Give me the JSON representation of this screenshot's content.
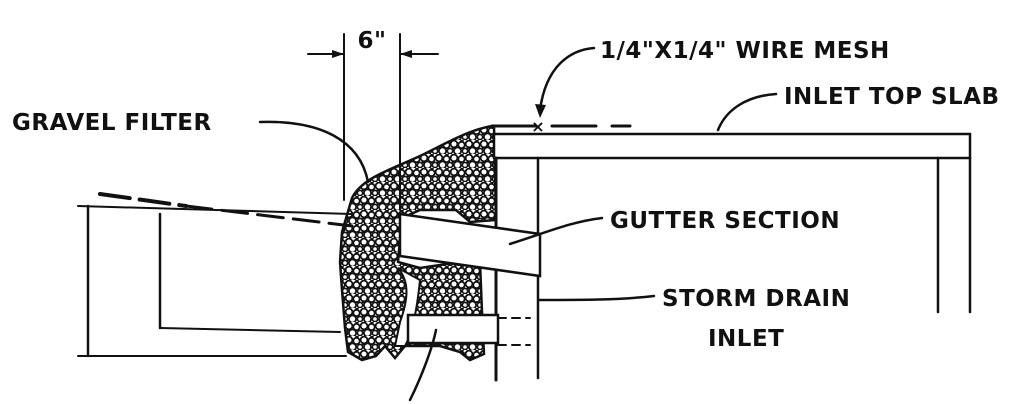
{
  "labels": {
    "dimension": "6\"",
    "wire_mesh": "1/4\"X1/4\" WIRE MESH",
    "inlet_top_slab": "INLET TOP SLAB",
    "gravel_filter": "GRAVEL FILTER",
    "gutter_section": "GUTTER SECTION",
    "storm_drain_line1": "STORM DRAIN",
    "storm_drain_line2": "INLET"
  }
}
